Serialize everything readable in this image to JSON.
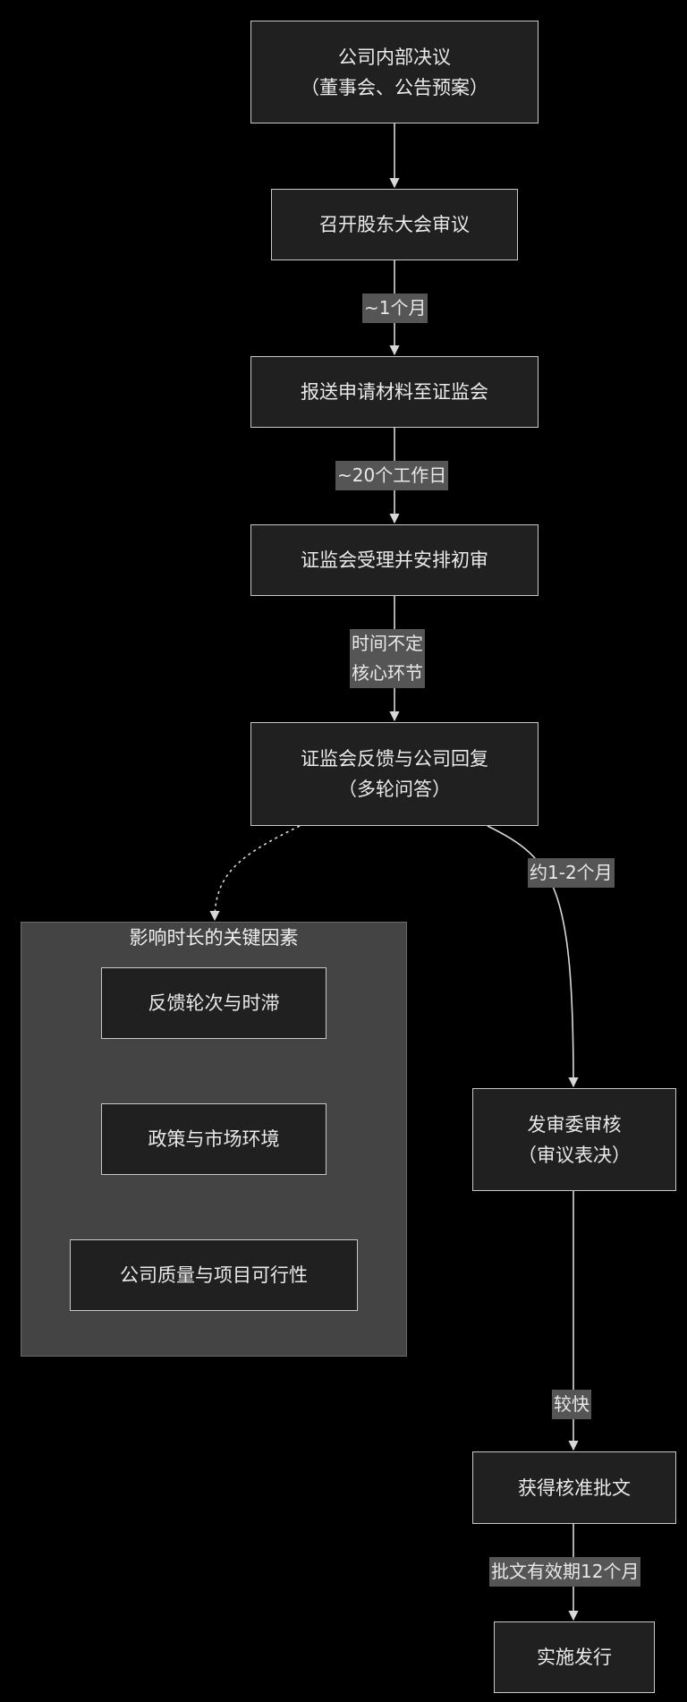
{
  "nodes": {
    "n1": {
      "lines": [
        "公司内部决议",
        "（董事会、公告预案）"
      ]
    },
    "n2": {
      "lines": [
        "召开股东大会审议"
      ]
    },
    "n3": {
      "lines": [
        "报送申请材料至证监会"
      ]
    },
    "n4": {
      "lines": [
        "证监会受理并安排初审"
      ]
    },
    "n5": {
      "lines": [
        "证监会反馈与公司回复",
        "（多轮问答）"
      ]
    },
    "n6": {
      "lines": [
        "发审委审核",
        "（审议表决）"
      ]
    },
    "n7": {
      "lines": [
        "获得核准批文"
      ]
    },
    "n8": {
      "lines": [
        "实施发行"
      ]
    }
  },
  "cluster": {
    "title": "影响时长的关键因素",
    "items": [
      "反馈轮次与时滞",
      "政策与市场环境",
      "公司质量与项目可行性"
    ]
  },
  "edges": {
    "e2": {
      "lines": [
        "~1个月"
      ]
    },
    "e3": {
      "lines": [
        "~20个工作日"
      ]
    },
    "e4": {
      "lines": [
        "时间不定",
        "核心环节"
      ]
    },
    "e6": {
      "lines": [
        "约1-2个月"
      ]
    },
    "e7": {
      "lines": [
        "较快"
      ]
    },
    "e8": {
      "lines": [
        "批文有效期12个月"
      ]
    }
  },
  "colors": {
    "background": "#000000",
    "node_fill": "#202020",
    "node_border": "#c8c8c8",
    "cluster_fill": "#444444",
    "edge_label_bg": "#555555",
    "line": "#d8d8d8"
  }
}
